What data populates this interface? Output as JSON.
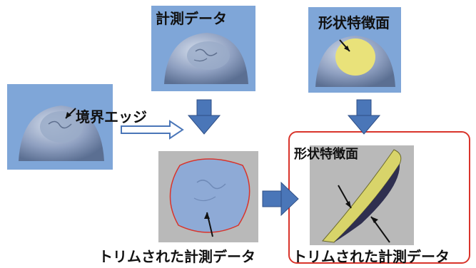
{
  "panels": {
    "measurement": {
      "label": "計測データ"
    },
    "feature": {
      "label": "形状特徴面"
    },
    "boundary": {
      "label": "境界エッジ"
    },
    "trimmed": {
      "label": "トリムされた計測データ"
    },
    "result": {
      "feature_label": "形状特徴面",
      "trimmed_label": "トリムされた計測データ"
    }
  },
  "colors": {
    "panel_blue": "#7fa6d8",
    "dome_blue": "#8da3c9",
    "feature_yellow": "#e9e27a",
    "arrow_blue": "#4a76b8",
    "gray_bg": "#b9b9b9",
    "highlight_red": "#d9342b"
  }
}
